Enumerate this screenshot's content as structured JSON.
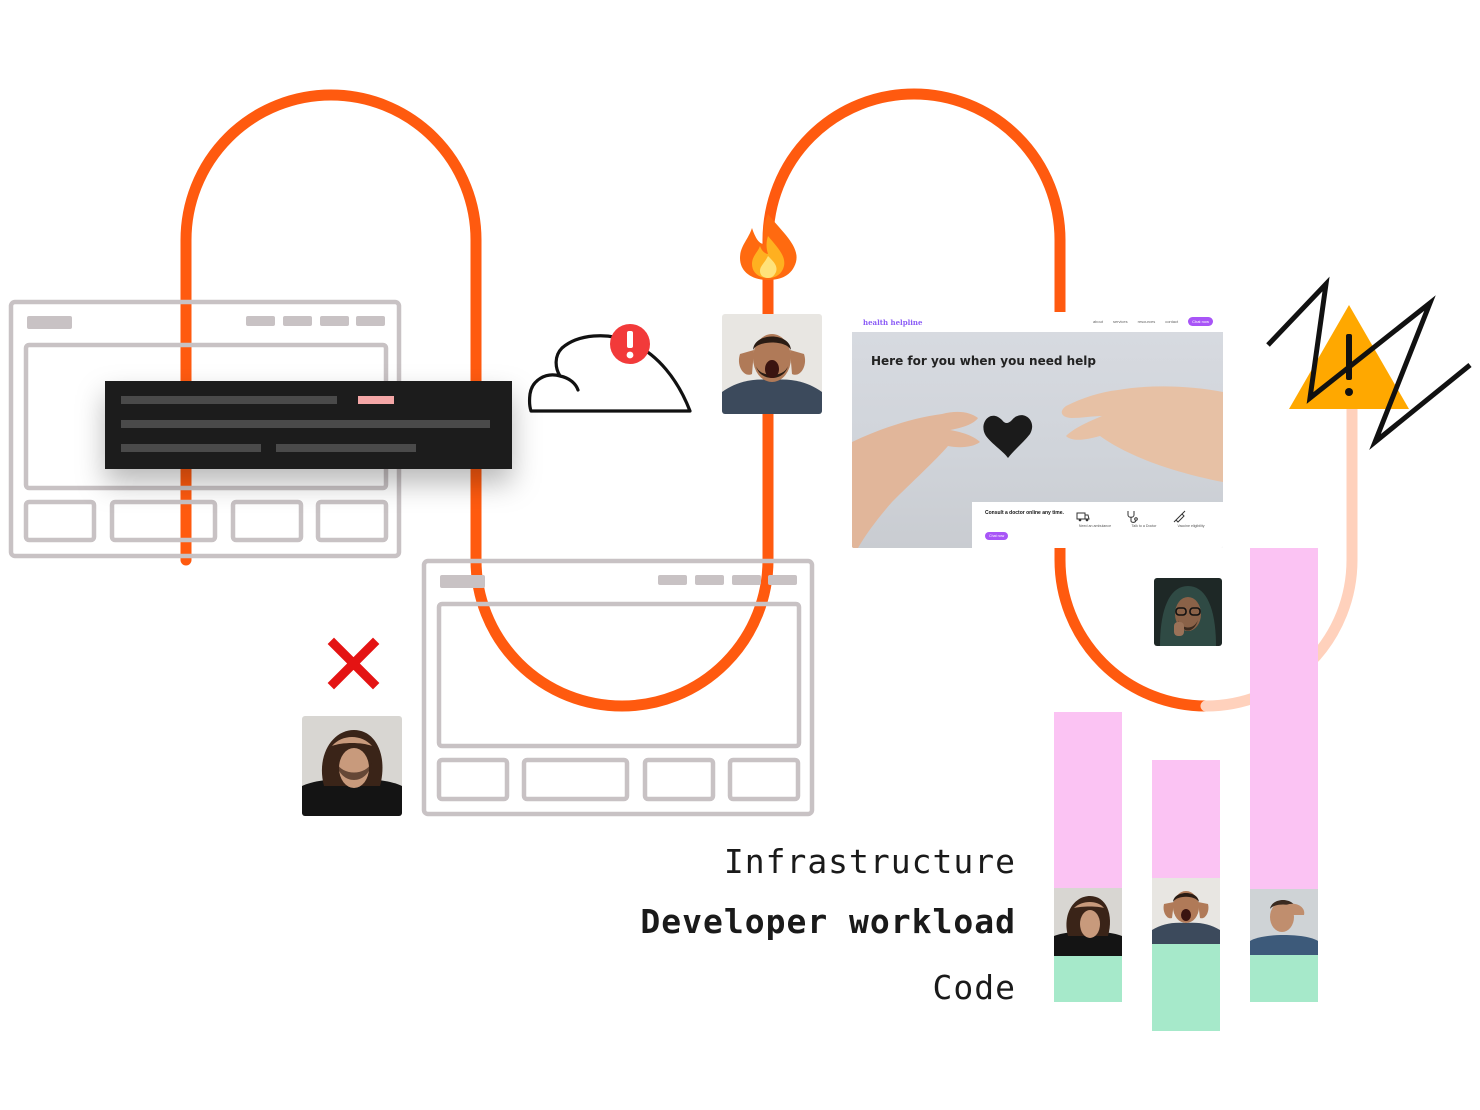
{
  "labels": {
    "infrastructure": "Infrastructure",
    "developer_workload": "Developer workload",
    "code": "Code"
  },
  "site": {
    "logo": "health helpline",
    "nav": [
      "about",
      "services",
      "resources",
      "contact"
    ],
    "chat_label": "Chat now",
    "heading": "Here for you when you need help",
    "card_title": "Consult a doctor online any time.",
    "card_button": "Chat now",
    "services": [
      {
        "label": "Need an ambulance",
        "icon": "ambulance-icon"
      },
      {
        "label": "Talk to a Doctor",
        "icon": "stethoscope-icon"
      },
      {
        "label": "Vaccine eligibility",
        "icon": "syringe-icon"
      }
    ]
  },
  "colors": {
    "loop": "#ff5a0f",
    "loop_faded": "#ffd1bc",
    "infrastructure": "#fbc3f3",
    "code": "#a6e9ca",
    "wireframe": "#c8c2c4",
    "alert_red": "#f23a3a",
    "warning_amber": "#ffa800",
    "cross_red": "#e41313"
  }
}
